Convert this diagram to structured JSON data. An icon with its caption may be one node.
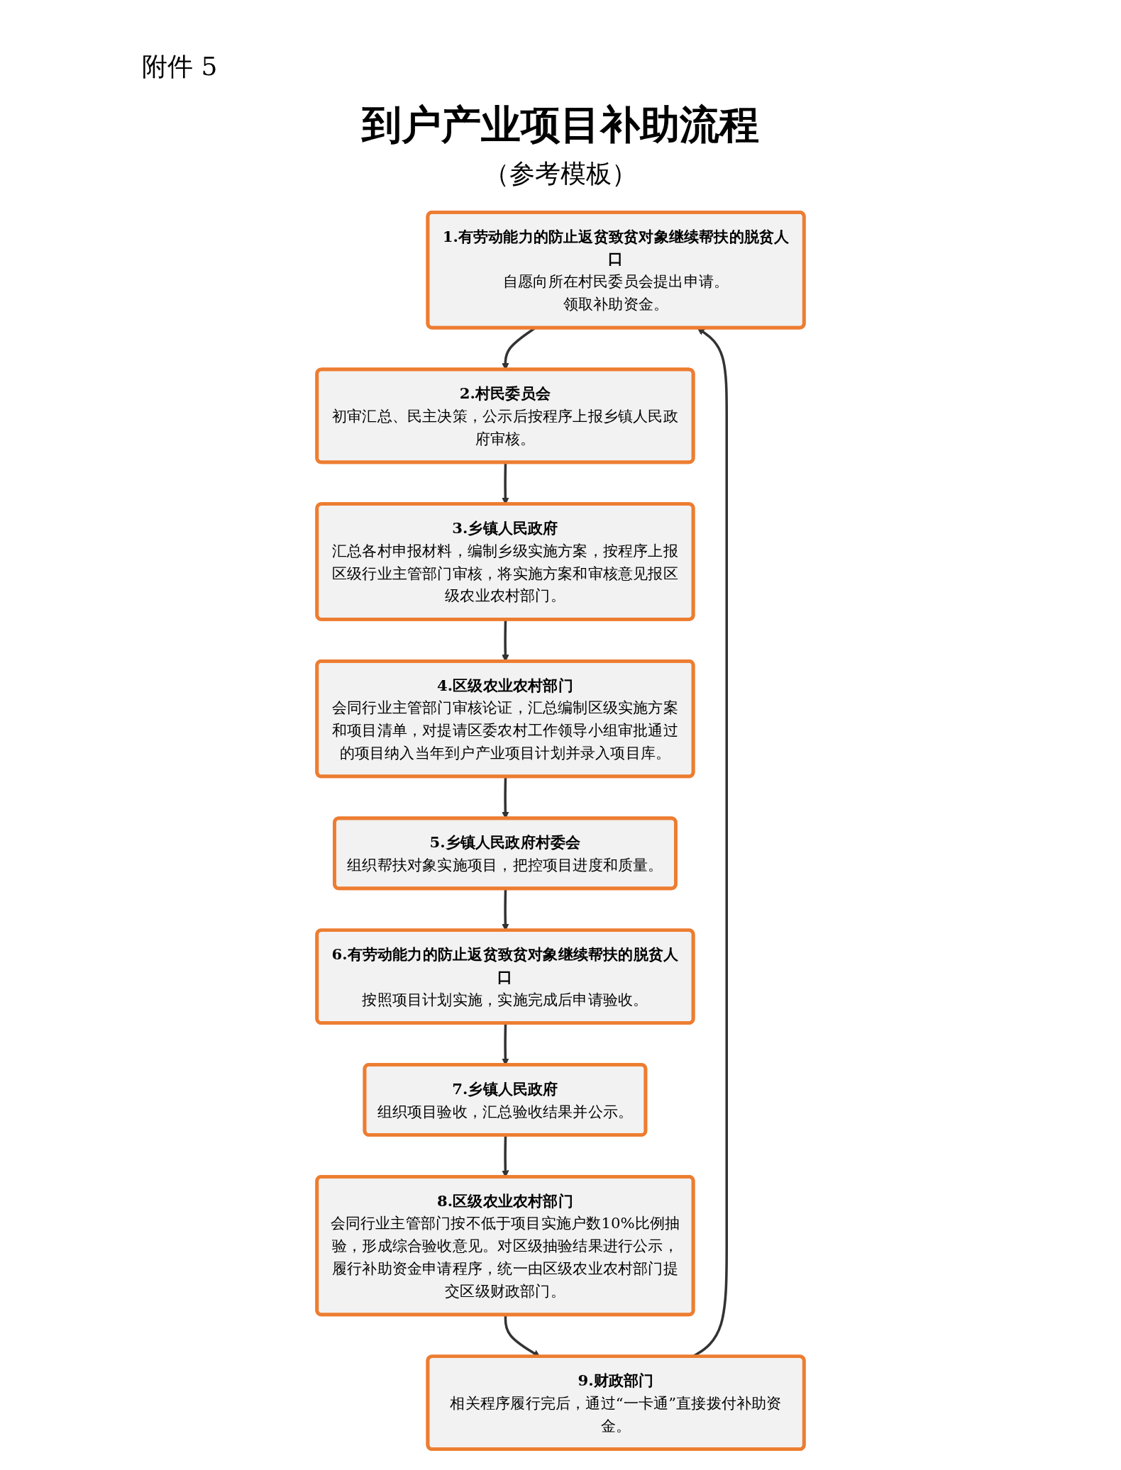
{
  "diagram": {
    "title": "到户产业项目补助流程",
    "nodes": [
      {
        "text": [
          "1.有劳动能力的防止返贫致贫对象继续帮扶的脱贫人口",
          "自愿向所在村民委员会提出申请。",
          "领取补助资金。"
        ]
      },
      {
        "text": [
          "2.村民委员会",
          "初审汇总、民主决策，公示后按程序上报乡镇人民政府审核。"
        ]
      },
      {
        "text": [
          "3.乡镇人民政府",
          "汇总各村申报材料，编制乡级实施方案，按程序上报区级行业主管部门审核，将实施方案和审核意见报区级农业农村部门。"
        ]
      },
      {
        "text": [
          "4.区级农业农村部门",
          "会同行业主管部门审核论证，汇总编制区级实施方案和项目清单，对提请区委农村工作领导小组审批通过的项目纳入当年到户产业项目计划并录入项目库。"
        ]
      },
      {
        "text": [
          "5.乡镇人民政府村委会",
          "组织帮扶对象实施项目，把控项目进度和质量。"
        ]
      },
      {
        "text": [
          "6.有劳动能力的防止返贫致贫对象继续帮扶的脱贫人口",
          "按照项目计划实施，实施完成后申请验收。"
        ]
      },
      {
        "text": [
          "7.乡镇人民政府",
          "组织项目验收，汇总验收结果并公示。"
        ]
      },
      {
        "text": [
          "8.区级农业农村部门",
          "会同行业主管部门按不低于项目实施户数10%比例抽验，形成综合验收意见。对区级抽验结果进行公示，履行补助资金申请程序，统一由区级农业农村部门提交区级财政部门。"
        ]
      },
      {
        "text": [
          "9.财政部门",
          "相关程序履行完后，通过“一卡通”直接拨付补助资金。"
        ]
      }
    ],
    "edges": [
      {
        "from": 0,
        "to": 1,
        "arrow": "to"
      },
      {
        "from": 1,
        "to": 2,
        "arrow": "to"
      },
      {
        "from": 2,
        "to": 3,
        "arrow": "to"
      },
      {
        "from": 3,
        "to": 4,
        "arrow": "to"
      },
      {
        "from": 4,
        "to": 5,
        "arrow": "to"
      },
      {
        "from": 5,
        "to": 6,
        "arrow": "to"
      },
      {
        "from": 6,
        "to": 7,
        "arrow": "to"
      },
      {
        "from": 7,
        "to": 8,
        "arrow": "to"
      },
      {
        "from": 8,
        "to": 0,
        "arrow": "to"
      }
    ],
    "labels": [
      "附件 5",
      "（参考模板）"
    ]
  }
}
